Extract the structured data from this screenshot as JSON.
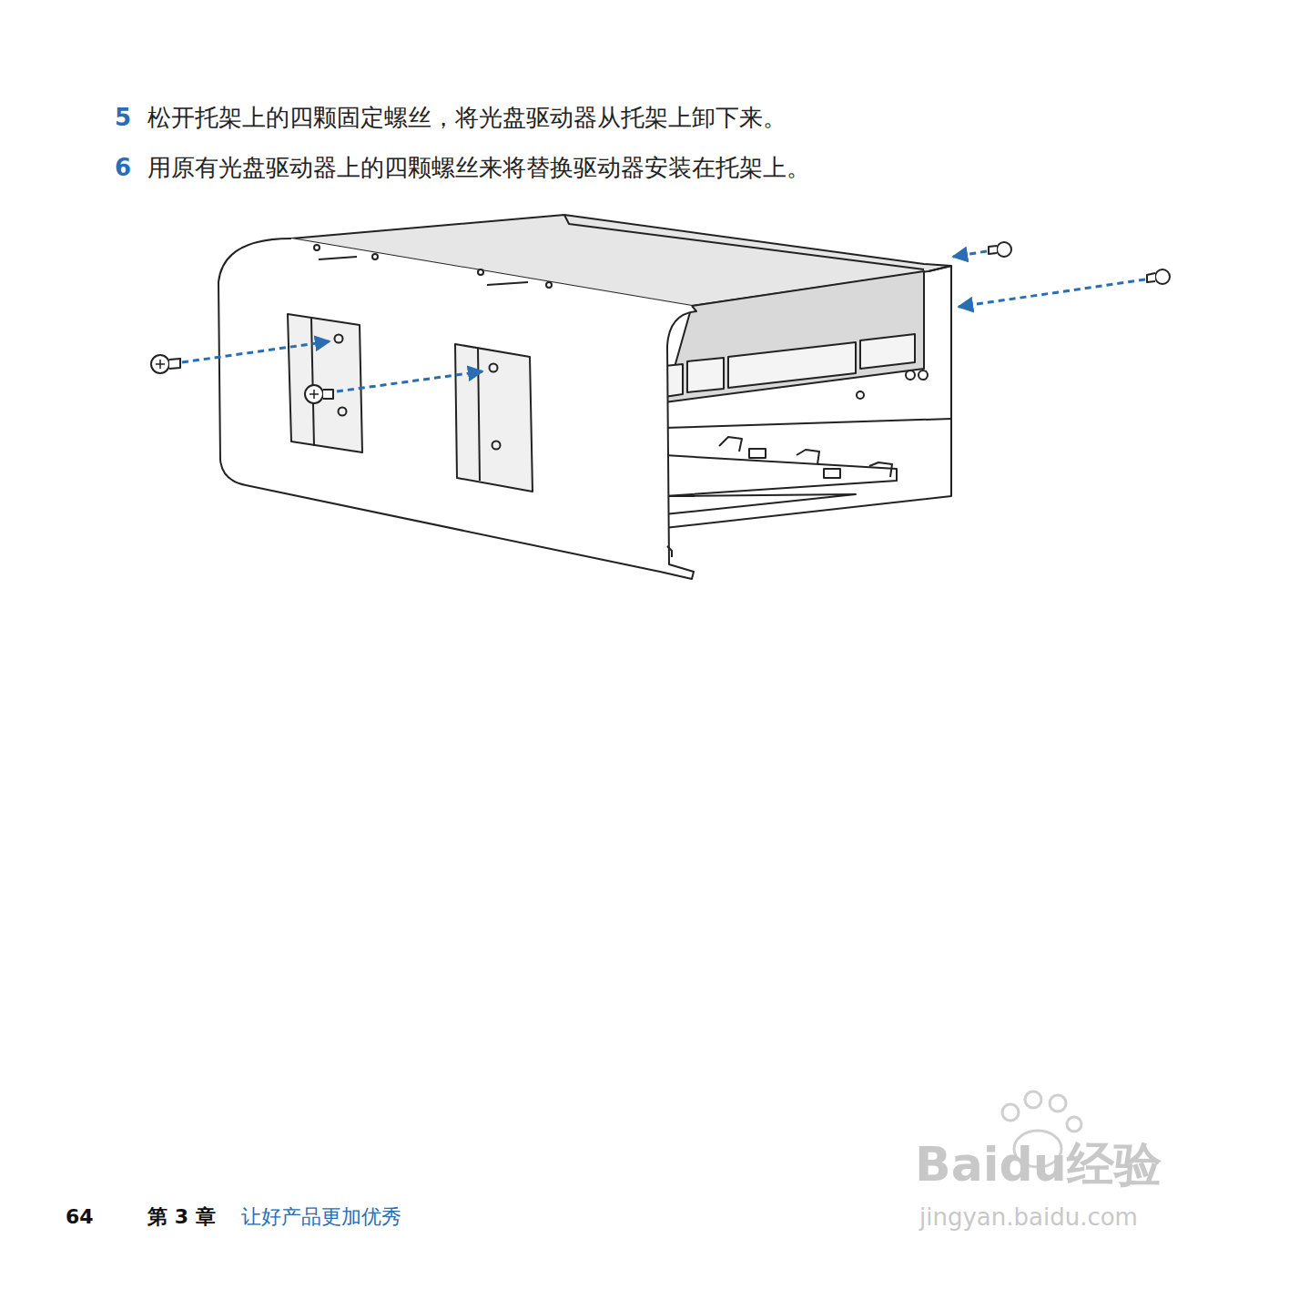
{
  "diagram": {
    "labels": [
      "5",
      "松开托架上的四颗固定螺丝，将光盘驱动器从托架上卸下来。",
      "6",
      "用原有光盘驱动器上的四颗螺丝来将替换驱动器安装在托架上。",
      "64",
      "第 3 章",
      "让好产品更加优秀",
      "Baidu经验",
      "jingyan.baidu.com"
    ]
  }
}
